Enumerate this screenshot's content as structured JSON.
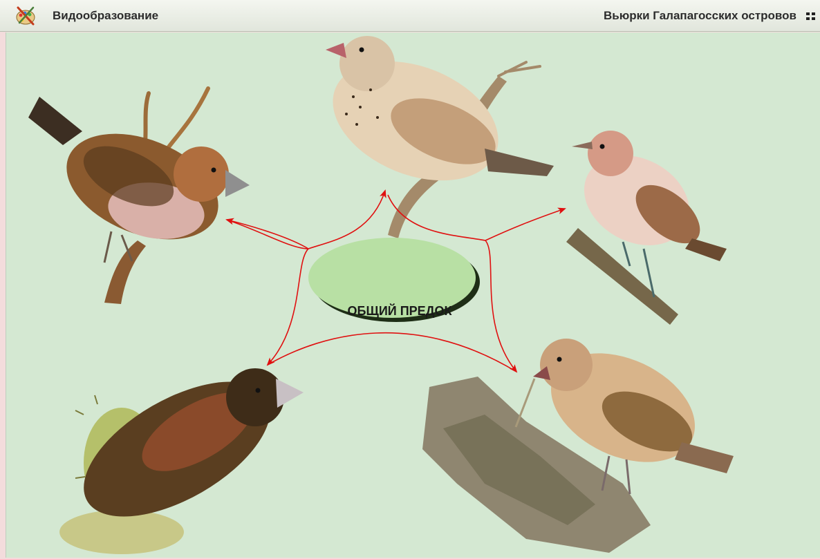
{
  "header": {
    "section_title": "Видообразование",
    "topic_title": "Вьюрки Галапагосских островов"
  },
  "diagram": {
    "center_label": "ОБЩИЙ ПРЕДОК",
    "birds": [
      {
        "name": "finch-top-left",
        "perch": "branch"
      },
      {
        "name": "finch-top-center",
        "perch": "branch"
      },
      {
        "name": "finch-top-right",
        "perch": "branch"
      },
      {
        "name": "finch-bottom-left",
        "perch": "cactus"
      },
      {
        "name": "finch-bottom-right",
        "perch": "log",
        "tool": "cactus spine"
      }
    ]
  },
  "colors": {
    "background": "#d4e8d2",
    "arrow": "#e01010",
    "ellipse": "#b8e0a4"
  },
  "icons": {
    "logo": "palette-brush-icon",
    "menu": "grid-dots-icon"
  }
}
